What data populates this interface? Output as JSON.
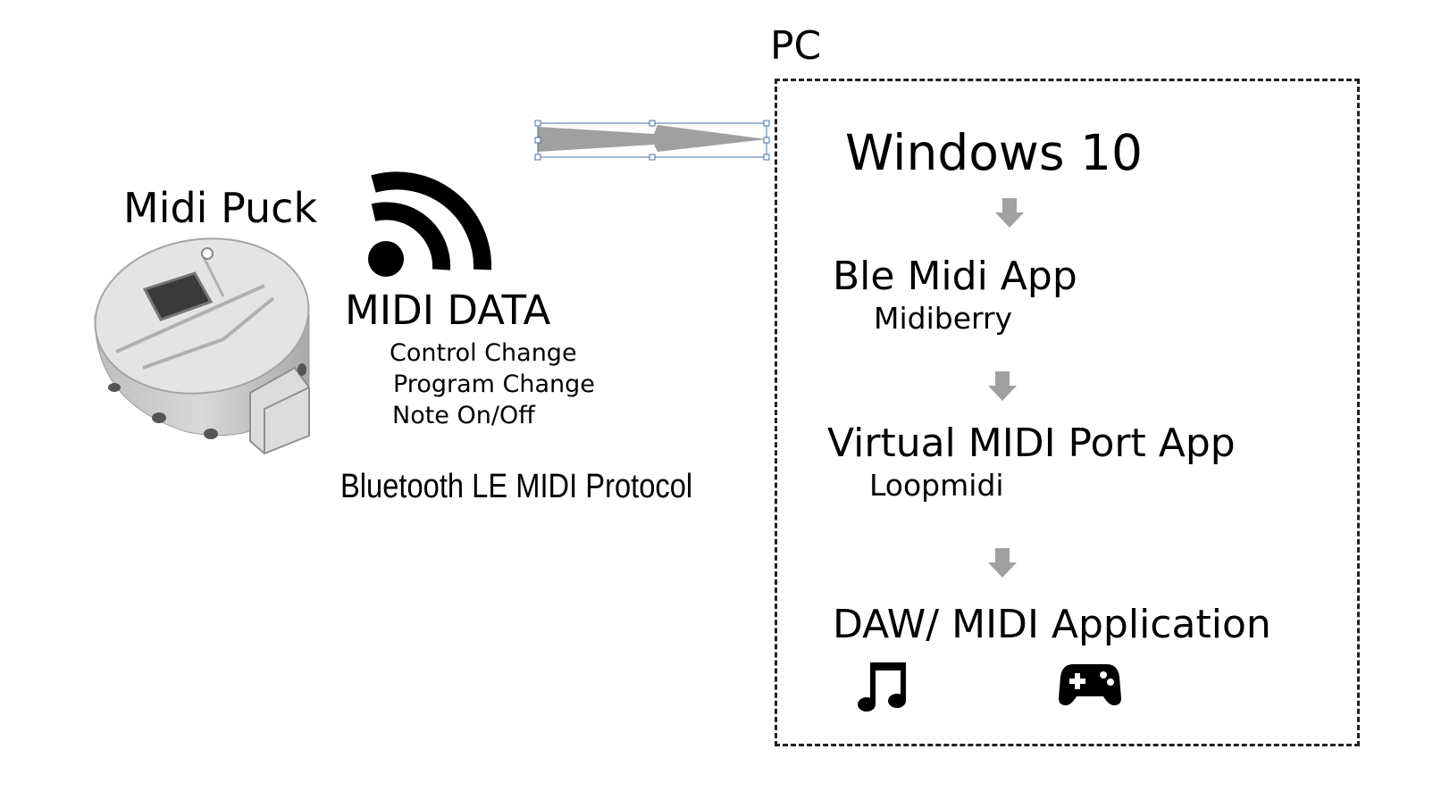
{
  "device": {
    "label": "Midi Puck"
  },
  "midi_data": {
    "title": "MIDI DATA",
    "messages": [
      "Control Change",
      "Program Change",
      "Note On/Off"
    ],
    "protocol": "Bluetooth LE MIDI Protocol"
  },
  "pc": {
    "label": "PC",
    "os": "Windows 10",
    "steps": [
      {
        "title": "Ble Midi App",
        "subtitle": "Midiberry"
      },
      {
        "title": "Virtual MIDI Port App",
        "subtitle": "Loopmidi"
      },
      {
        "title": "DAW/ MIDI Application"
      }
    ],
    "app_icons": [
      "music-note-icon",
      "gamepad-icon"
    ]
  },
  "icons": {
    "wireless": "wifi-signal-icon",
    "connection": "arrow-right-icon",
    "flow": "arrow-down-icon"
  },
  "colors": {
    "arrow_fill": "#a0a0a0",
    "selection_outline": "#4a6fa5",
    "device_body": "#d6d6d6",
    "frame_border": "#222222"
  }
}
